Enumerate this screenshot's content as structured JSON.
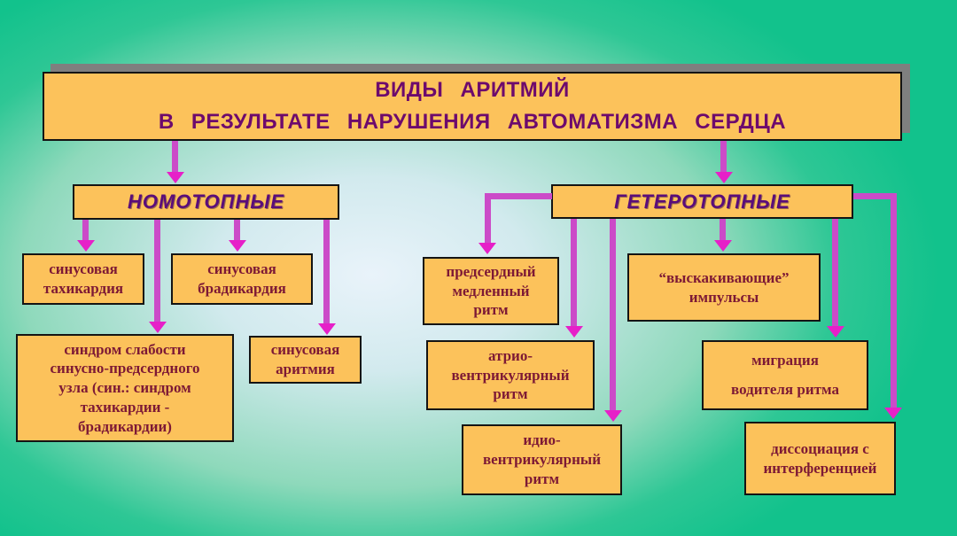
{
  "diagram": {
    "title": {
      "line1": "ВИДЫ АРИТМИЙ",
      "line2": "В РЕЗУЛЬТАТЕ НАРУШЕНИЯ АВТОМАТИЗМА СЕРДЦА"
    },
    "branches": {
      "nomotopic": {
        "label": "НОМОТОПНЫЕ"
      },
      "heterotopic": {
        "label": "ГЕТЕРОТОПНЫЕ"
      }
    },
    "nodes": {
      "sinus_tachycardia": {
        "label": "синусовая\nтахикардия"
      },
      "sinus_bradycardia": {
        "label": "синусовая\nбрадикардия"
      },
      "sick_sinus_syndrome": {
        "label": "синдром слабости\nсинусно-предсердного\nузла (син.: синдром\nтахикардии -\nбрадикардии)"
      },
      "sinus_arrhythmia": {
        "label": "синусовая\nаритмия"
      },
      "atrial_slow_rhythm": {
        "label": "предсердный\nмедленный\nритм"
      },
      "escape_impulses": {
        "label": "“выскакивающие”\nимпульсы"
      },
      "av_rhythm": {
        "label": "атрио-\nвентрикулярный\nритм"
      },
      "pacemaker_migration": {
        "label": "миграция\nводителя ритма"
      },
      "idioventricular_rhythm": {
        "label": "идио-\nвентрикулярный\nритм"
      },
      "dissociation_interference": {
        "label": "диссоциация с\nинтерференцией"
      }
    },
    "edges": [
      {
        "from": "title",
        "to": "nomotopic"
      },
      {
        "from": "title",
        "to": "heterotopic"
      },
      {
        "from": "nomotopic",
        "to": "sinus_tachycardia"
      },
      {
        "from": "nomotopic",
        "to": "sick_sinus_syndrome"
      },
      {
        "from": "nomotopic",
        "to": "sinus_bradycardia"
      },
      {
        "from": "nomotopic",
        "to": "sinus_arrhythmia"
      },
      {
        "from": "heterotopic",
        "to": "atrial_slow_rhythm"
      },
      {
        "from": "heterotopic",
        "to": "av_rhythm"
      },
      {
        "from": "heterotopic",
        "to": "idioventricular_rhythm"
      },
      {
        "from": "heterotopic",
        "to": "escape_impulses"
      },
      {
        "from": "heterotopic",
        "to": "pacemaker_migration"
      },
      {
        "from": "heterotopic",
        "to": "dissociation_interference"
      }
    ],
    "colors": {
      "background_edge": "#12c28c",
      "background_center": "#e9f3fa",
      "box_fill": "#fcc25b",
      "box_border": "#141414",
      "title_text": "#6d0a6d",
      "branch_text": "#5a0d7a",
      "node_text": "#7d1935",
      "connector": "#cb4bc8",
      "arrow_head": "#e620c8",
      "title_shadow": "#7f7f7f"
    }
  }
}
